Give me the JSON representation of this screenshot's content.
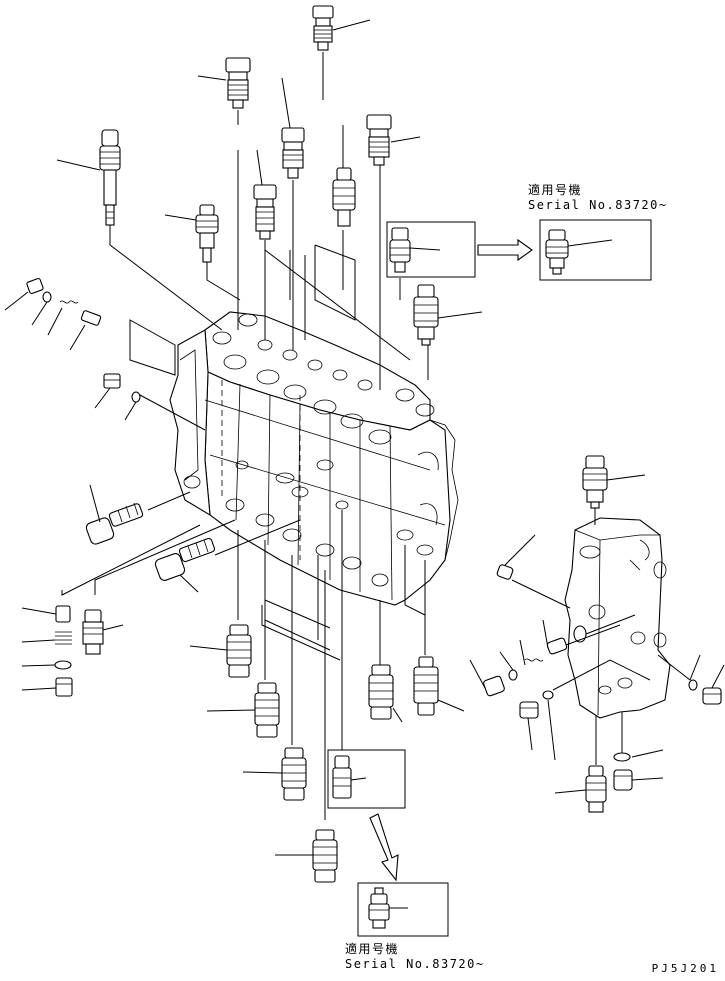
{
  "notes": {
    "upper_applicable": "適用号機",
    "upper_serial": "Serial No.83720~",
    "lower_applicable": "適用号機",
    "lower_serial": "Serial No.83720~"
  },
  "drawing_code": "PJ5J201",
  "colors": {
    "line": "#000000",
    "background": "#ffffff"
  }
}
